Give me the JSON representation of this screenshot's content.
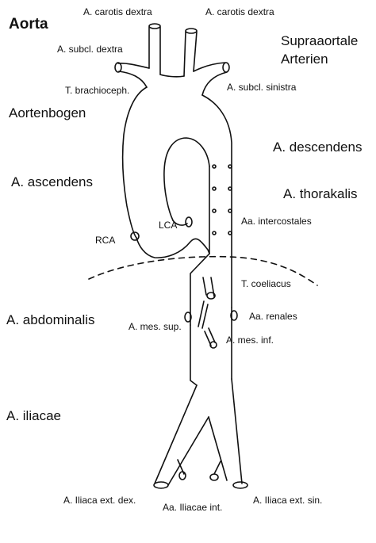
{
  "title": "Aorta",
  "labels": {
    "carotis_left": "A. carotis dextra",
    "carotis_right": "A. carotis dextra",
    "subcl_dextra": "A. subcl. dextra",
    "supraaortale_1": "Supraaortale",
    "supraaortale_2": "Arterien",
    "brachioceph": "T. brachioceph.",
    "subcl_sinistra": "A. subcl. sinistra",
    "aortenbogen": "Aortenbogen",
    "descendens": "A. descendens",
    "ascendens": "A. ascendens",
    "thorakalis": "A. thorakalis",
    "lca": "LCA",
    "intercostales": "Aa. intercostales",
    "rca": "RCA",
    "coeliacus": "T. coeliacus",
    "abdominalis": "A. abdominalis",
    "renales": "Aa. renales",
    "mes_sup": "A. mes. sup.",
    "mes_inf": "A. mes. inf.",
    "iliacae": "A. iliacae",
    "iliaca_ext_dex": "A. Iliaca ext. dex.",
    "iliacae_int": "Aa. Iliacae int.",
    "iliaca_ext_sin": "A. Iliaca ext. sin."
  },
  "colors": {
    "stroke": "#111111",
    "background": "#ffffff"
  }
}
